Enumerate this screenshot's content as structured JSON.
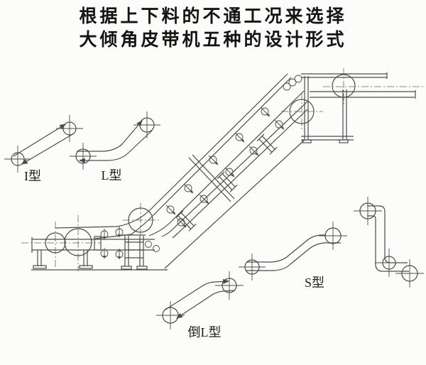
{
  "title": {
    "line1": "根据上下料的不通工况来选择",
    "line2": "大倾角皮带机五种的设计形式"
  },
  "legend": {
    "i_type": "I型",
    "l_type": "L型",
    "inverted_l_type": "倒L型",
    "s_type": "S型"
  },
  "drawing": {
    "description_parts": [
      "tail-station",
      "incline-truss",
      "head-station",
      "discharge-boom"
    ],
    "schematic_count": 5
  },
  "colors": {
    "background": "#fcfcfb",
    "line": "#4b4b4b",
    "text": "#141414"
  }
}
